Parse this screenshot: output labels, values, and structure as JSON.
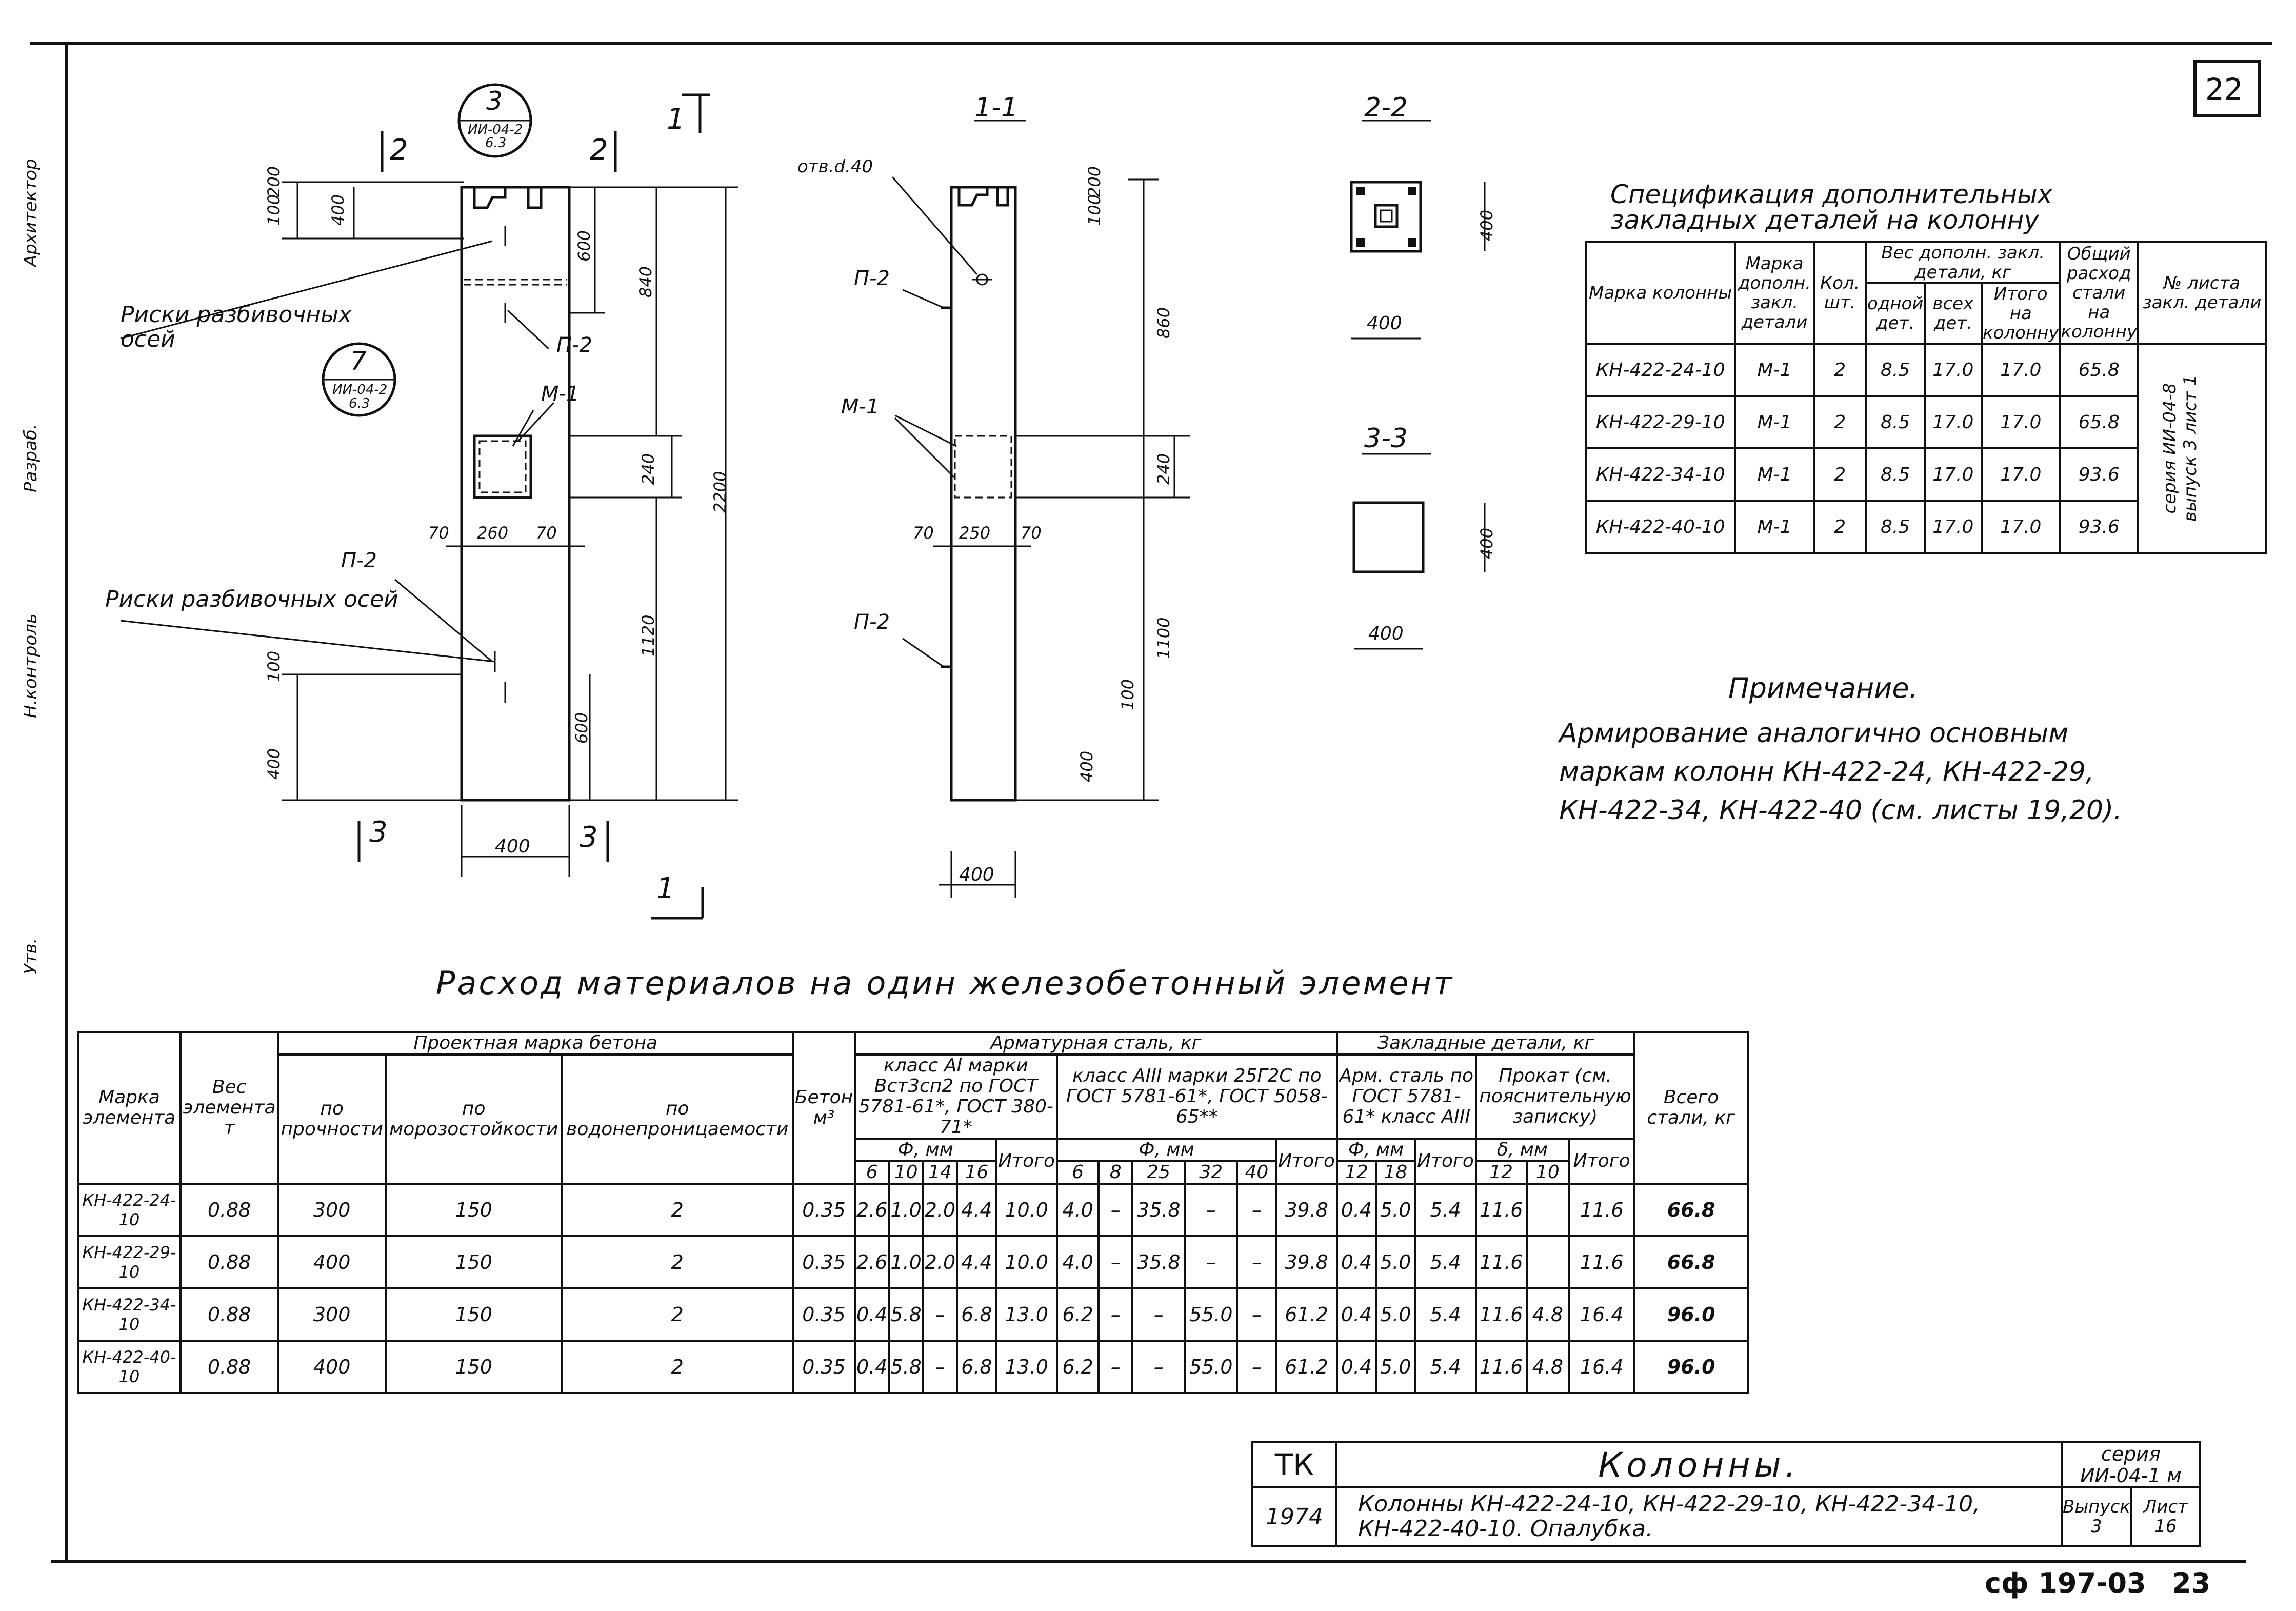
{
  "sheet_number": "22",
  "stamp_bottom": "сф 197-03",
  "stamp_page": "23",
  "left_margin_stamp": [
    "Архитектор",
    "Разраб.",
    "Н.контроль",
    "Утв."
  ],
  "drawing": {
    "facade": {
      "section_marks": [
        "2",
        "2",
        "1",
        "3",
        "3",
        "1"
      ],
      "callout_top": {
        "num": "3",
        "ref": "ИИ-04-2",
        "sheet": "6.3"
      },
      "callout_mid": {
        "num": "7",
        "ref": "ИИ-04-2",
        "sheet": "6.3"
      },
      "label_axes_1": "Риски разбивочных осей",
      "label_axes_2": "Риски разбивочных осей",
      "label_p2_a": "П-2",
      "label_p2_b": "П-2",
      "label_m1": "М-1",
      "dims_left": [
        "100",
        "200",
        "400",
        "100",
        "400"
      ],
      "dims_right": [
        "600",
        "840",
        "240",
        "2200",
        "1120",
        "600"
      ],
      "dims_bottom": [
        "70",
        "260",
        "70"
      ],
      "width": "400"
    },
    "section_1_1": {
      "title": "1-1",
      "hole": "отв.d.40",
      "label_p2_a": "П-2",
      "label_p2_b": "П-2",
      "label_m1": "М-1",
      "dims_right": [
        "100",
        "200",
        "860",
        "240",
        "1100",
        "400",
        "100"
      ],
      "dims_bottom": [
        "70",
        "250",
        "70"
      ],
      "width": "400"
    },
    "section_2_2": {
      "title": "2-2",
      "width": "400",
      "height": "400"
    },
    "section_3_3": {
      "title": "3-3",
      "width": "400",
      "height": "400"
    }
  },
  "spec": {
    "title_line1": "Спецификация дополнительных",
    "title_line2": "закладных деталей на колонну",
    "headers": {
      "marka_kol": "Марка колонны",
      "marka_det": "Марка дополн. закл. детали",
      "kol": "Кол. шт.",
      "ves": "Вес дополн. закл. детали, кг",
      "odnoi": "одной дет.",
      "vseh": "всех дет.",
      "itogo": "Итого на колонну",
      "obshiy": "Общий расход стали на колонну",
      "list": "№ листа закл. детали"
    },
    "rows": [
      [
        "КН-422-24-10",
        "М-1",
        "2",
        "8.5",
        "17.0",
        "17.0",
        "65.8"
      ],
      [
        "КН-422-29-10",
        "М-1",
        "2",
        "8.5",
        "17.0",
        "17.0",
        "65.8"
      ],
      [
        "КН-422-34-10",
        "М-1",
        "2",
        "8.5",
        "17.0",
        "17.0",
        "93.6"
      ],
      [
        "КН-422-40-10",
        "М-1",
        "2",
        "8.5",
        "17.0",
        "17.0",
        "93.6"
      ]
    ],
    "list_ref": "серия ИИ-04-8 выпуск 3 лист 1"
  },
  "note": {
    "title": "Примечание.",
    "line1": "Армирование аналогично основным",
    "line2": "маркам колонн КН-422-24, КН-422-29,",
    "line3": "КН-422-34, КН-422-40 (см. листы 19,20)."
  },
  "materials": {
    "title": "Расход материалов на один железобетонный элемент",
    "headers": {
      "marka": "Марка элемента",
      "ves": "Вес элемента т",
      "proekt": "Проектная марка бетона",
      "po_proch": "по прочности",
      "po_moroz": "по морозостойкости",
      "po_vodo": "по водонепроницаемости",
      "beton": "Бетон м³",
      "arm": "Арматурная сталь, кг",
      "klass_a1": "класс AI марки Вст3сп2 по ГОСТ 5781-61*, ГОСТ 380-71*",
      "klass_a3": "класс AIII марки 25Г2С по ГОСТ 5781-61*, ГОСТ 5058-65**",
      "diam": "Ф, мм",
      "itogo": "Итого",
      "zakl": "Закладные детали, кг",
      "arm_stal": "Арм. сталь по ГОСТ 5781-61* класс AIII",
      "diam_m": "Ф, мм",
      "prokat": "Прокат (см. пояснительную записку)",
      "delta": "δ, мм",
      "vsego": "Всего стали, кг"
    },
    "diam_a1": [
      "6",
      "10",
      "14",
      "16"
    ],
    "diam_a3": [
      "6",
      "8",
      "25",
      "32",
      "40"
    ],
    "diam_arm": [
      "12",
      "18"
    ],
    "diam_prokat": [
      "12",
      "10"
    ],
    "rows": [
      [
        "КН-422-24-10",
        "0.88",
        "300",
        "150",
        "2",
        "0.35",
        "2.6",
        "1.0",
        "2.0",
        "4.4",
        "10.0",
        "4.0",
        "–",
        "35.8",
        "–",
        "–",
        "39.8",
        "0.4",
        "5.0",
        "5.4",
        "11.6",
        "",
        "11.6",
        "66.8"
      ],
      [
        "КН-422-29-10",
        "0.88",
        "400",
        "150",
        "2",
        "0.35",
        "2.6",
        "1.0",
        "2.0",
        "4.4",
        "10.0",
        "4.0",
        "–",
        "35.8",
        "–",
        "–",
        "39.8",
        "0.4",
        "5.0",
        "5.4",
        "11.6",
        "",
        "11.6",
        "66.8"
      ],
      [
        "КН-422-34-10",
        "0.88",
        "300",
        "150",
        "2",
        "0.35",
        "0.4",
        "5.8",
        "–",
        "6.8",
        "13.0",
        "6.2",
        "–",
        "–",
        "55.0",
        "–",
        "61.2",
        "0.4",
        "5.0",
        "5.4",
        "11.6",
        "4.8",
        "16.4",
        "96.0"
      ],
      [
        "КН-422-40-10",
        "0.88",
        "400",
        "150",
        "2",
        "0.35",
        "0.4",
        "5.8",
        "–",
        "6.8",
        "13.0",
        "6.2",
        "–",
        "–",
        "55.0",
        "–",
        "61.2",
        "0.4",
        "5.0",
        "5.4",
        "11.6",
        "4.8",
        "16.4",
        "96.0"
      ]
    ]
  },
  "title_block": {
    "org": "ТК",
    "year": "1974",
    "name": "Колонны.",
    "subtitle": "Колонны КН-422-24-10, КН-422-29-10, КН-422-34-10, КН-422-40-10. Опалубка.",
    "seria_label": "серия",
    "seria": "ИИ-04-1 м",
    "vypusk_label": "Выпуск",
    "vypusk": "3",
    "list_label": "Лист",
    "list": "16"
  }
}
